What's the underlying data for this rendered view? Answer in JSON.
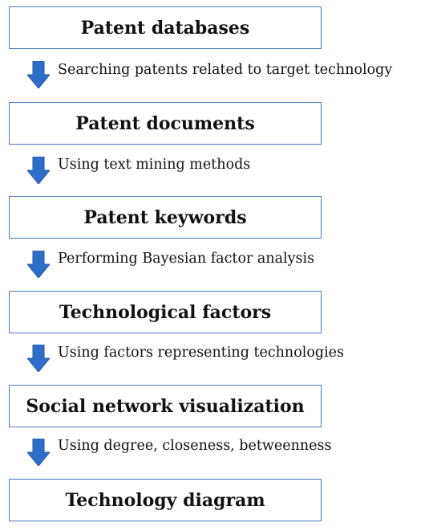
{
  "stages": [
    "Patent databases",
    "Patent documents",
    "Patent keywords",
    "Technological factors",
    "Social network visualization",
    "Technology diagram"
  ],
  "transitions": [
    "Searching patents related to target technology",
    "Using text mining methods",
    "Performing Bayesian factor analysis",
    "Using factors representing technologies",
    "Using degree, closeness, betweenness"
  ],
  "colors": {
    "box_border": "#4a7bc0",
    "arrow_fill": "#2e6ec9",
    "text": "#111111"
  }
}
